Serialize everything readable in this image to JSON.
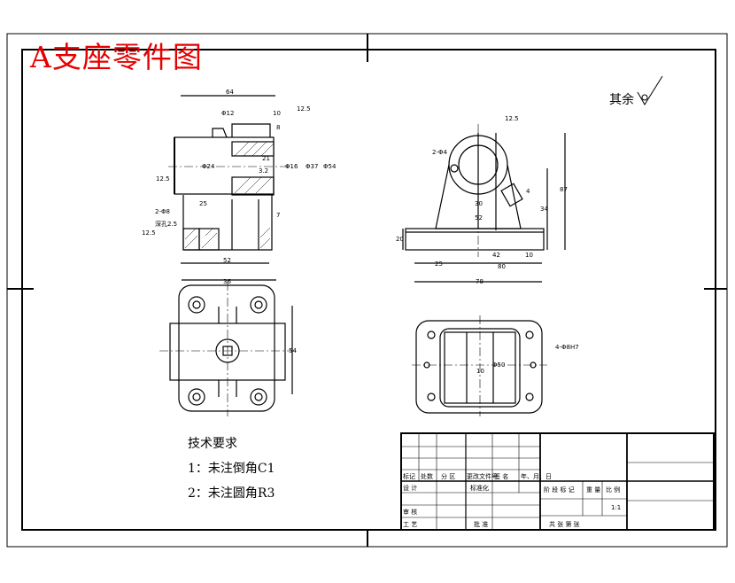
{
  "drawing": {
    "title": "A支座零件图",
    "title_color": "#e60000",
    "surface_note": "其余",
    "requirements": {
      "heading": "技术要求",
      "items": [
        "1：未注倒角C1",
        "2：未注圆角R3"
      ]
    }
  },
  "dimensions": {
    "front": [
      "64",
      "Φ12",
      "10",
      "8",
      "12.5",
      "21",
      "3.2",
      "Φ24",
      "Φ16",
      "Φ37",
      "Φ54",
      "12.5",
      "2-Φ8",
      "深孔2.5",
      "12.5",
      "25",
      "52",
      "7"
    ],
    "side": [
      "12.5",
      "2-Φ4",
      "30",
      "4",
      "52",
      "34",
      "87",
      "20",
      "42",
      "10",
      "25",
      "80",
      "78"
    ],
    "top": [
      "36",
      "54"
    ],
    "bottom_view": [
      "4-Φ8H7",
      "10",
      "Φ50"
    ]
  },
  "title_block": {
    "row1": [
      "标记",
      "处数",
      "分 区",
      "更改文件号",
      "签 名",
      "年、月、日"
    ],
    "row2": [
      "设 计",
      "标准化"
    ],
    "right_labels": [
      "阶 段 标 记",
      "重 量",
      "比 例"
    ],
    "scale": "1:1",
    "row_check": "审 核",
    "row_process": "工 艺",
    "approve": "批 准",
    "sheets": "共  张  第  张"
  }
}
